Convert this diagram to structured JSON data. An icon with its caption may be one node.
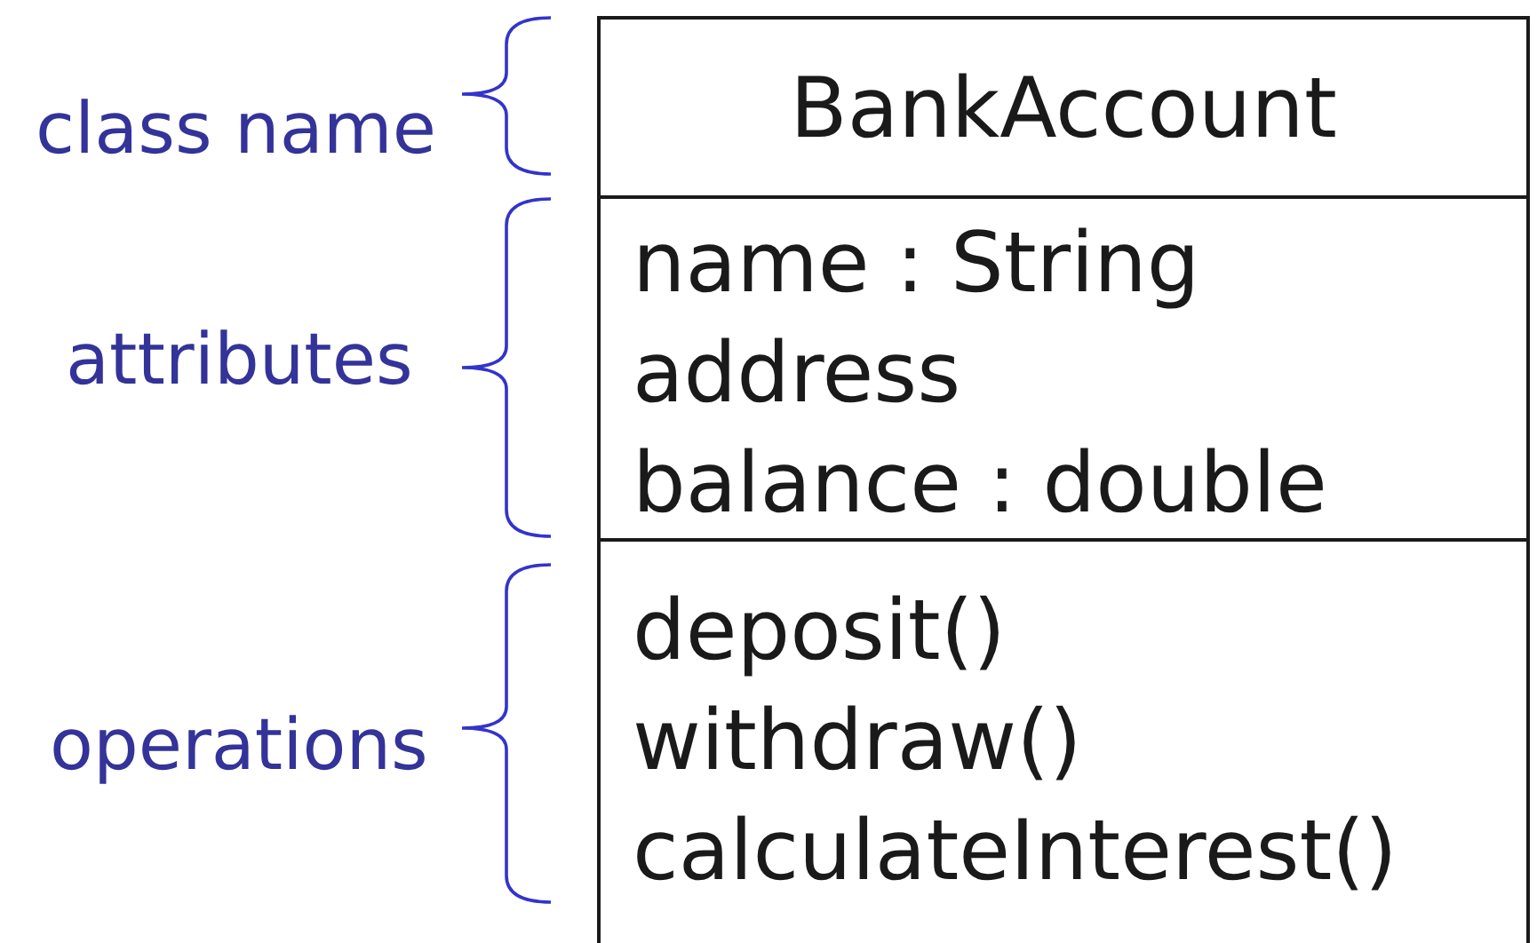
{
  "diagram": {
    "nodes": [
      {
        "text": [
          "BankAccount"
        ]
      },
      {
        "text": [
          "name : String",
          "address",
          "balance : double"
        ]
      },
      {
        "text": [
          "deposit()",
          "withdraw()",
          "calculateInterest()"
        ]
      }
    ],
    "labels": [
      "class name",
      "attributes",
      "operations"
    ]
  }
}
